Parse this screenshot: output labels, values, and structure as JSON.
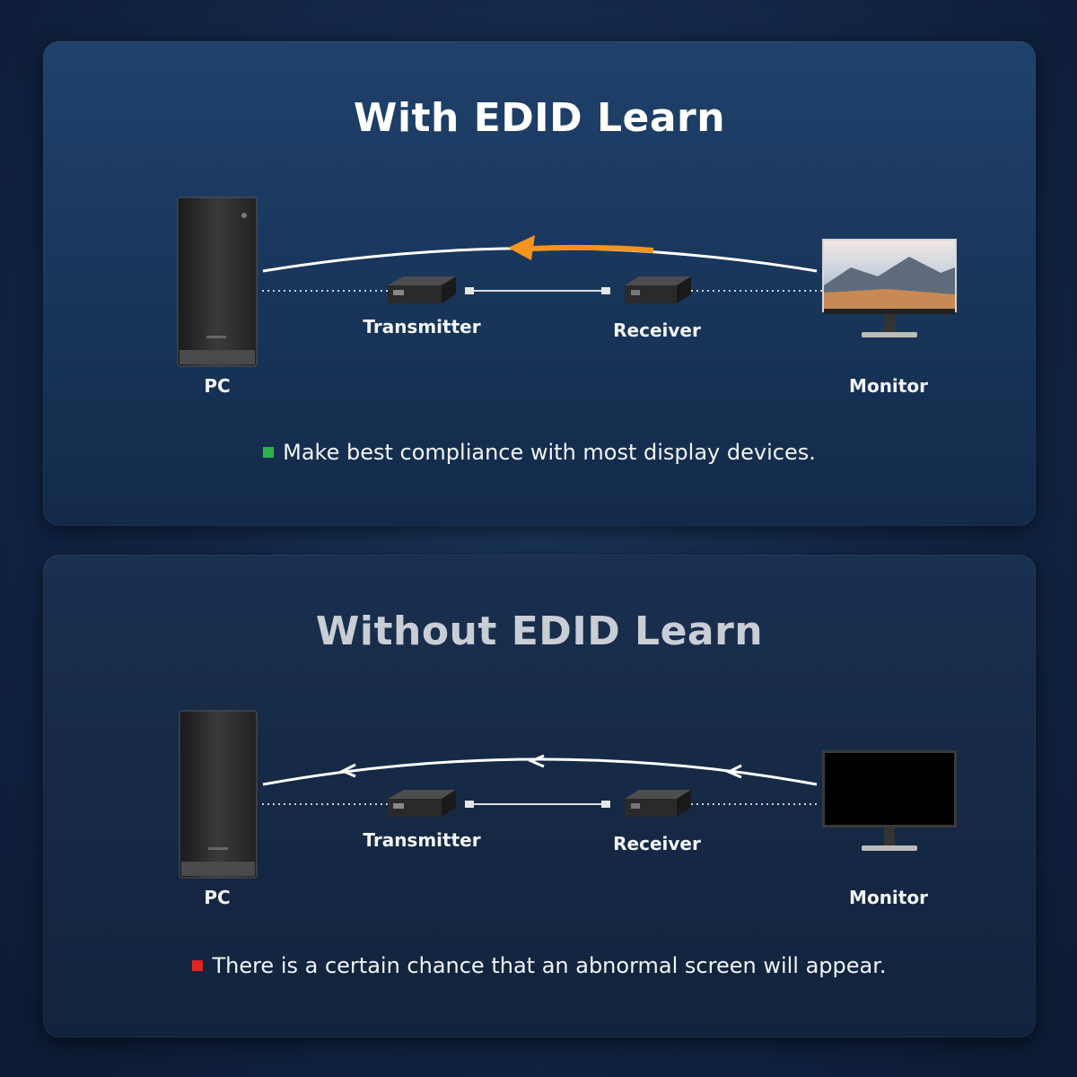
{
  "with": {
    "title": "With EDID Learn",
    "labels": {
      "pc": "PC",
      "transmitter": "Transmitter",
      "receiver": "Receiver",
      "monitor": "Monitor"
    },
    "note": "Make best compliance with most display devices.",
    "note_color": "#2bb24c",
    "arrow_color": "#f7941d",
    "monitor_screen": "landscape"
  },
  "without": {
    "title": "Without EDID Learn",
    "labels": {
      "pc": "PC",
      "transmitter": "Transmitter",
      "receiver": "Receiver",
      "monitor": "Monitor"
    },
    "note": "There is a certain chance that an abnormal screen will appear.",
    "note_color": "#e02424",
    "arrow_color": "#ffffff",
    "monitor_screen": "black"
  }
}
